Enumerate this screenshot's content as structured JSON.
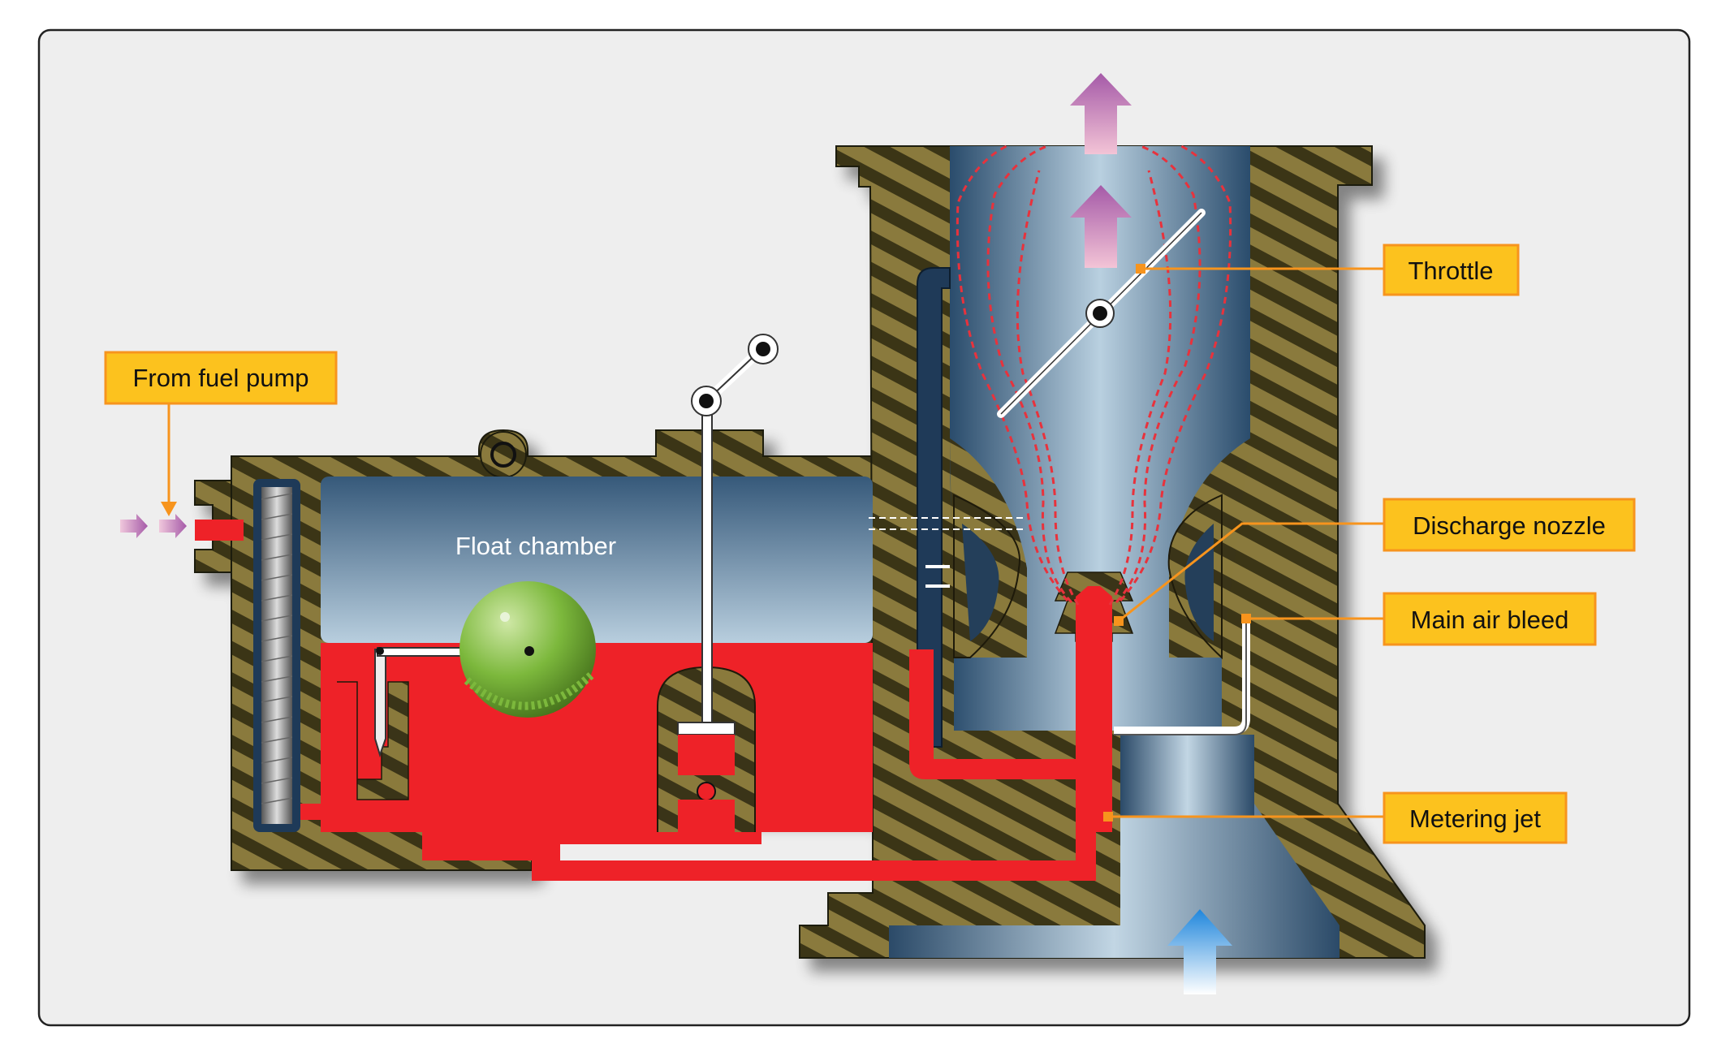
{
  "diagram": {
    "labels": {
      "from_fuel_pump": "From fuel pump",
      "float_chamber": "Float chamber",
      "throttle": "Throttle",
      "discharge_nozzle": "Discharge nozzle",
      "main_air_bleed": "Main air bleed",
      "metering_jet": "Metering jet"
    },
    "colors": {
      "fuel": "#ee2228",
      "body_stripe_dark": "#3a3418",
      "body_stripe_light": "#8a7a3c",
      "air_blue": "#4e7898",
      "callout_fill": "#fcc21e",
      "callout_border": "#f7941d",
      "leader": "#f7941d",
      "float": "#7cb83c",
      "intake_arrow": "#2a8ee0",
      "exit_arrow": "#b06ab0"
    }
  }
}
